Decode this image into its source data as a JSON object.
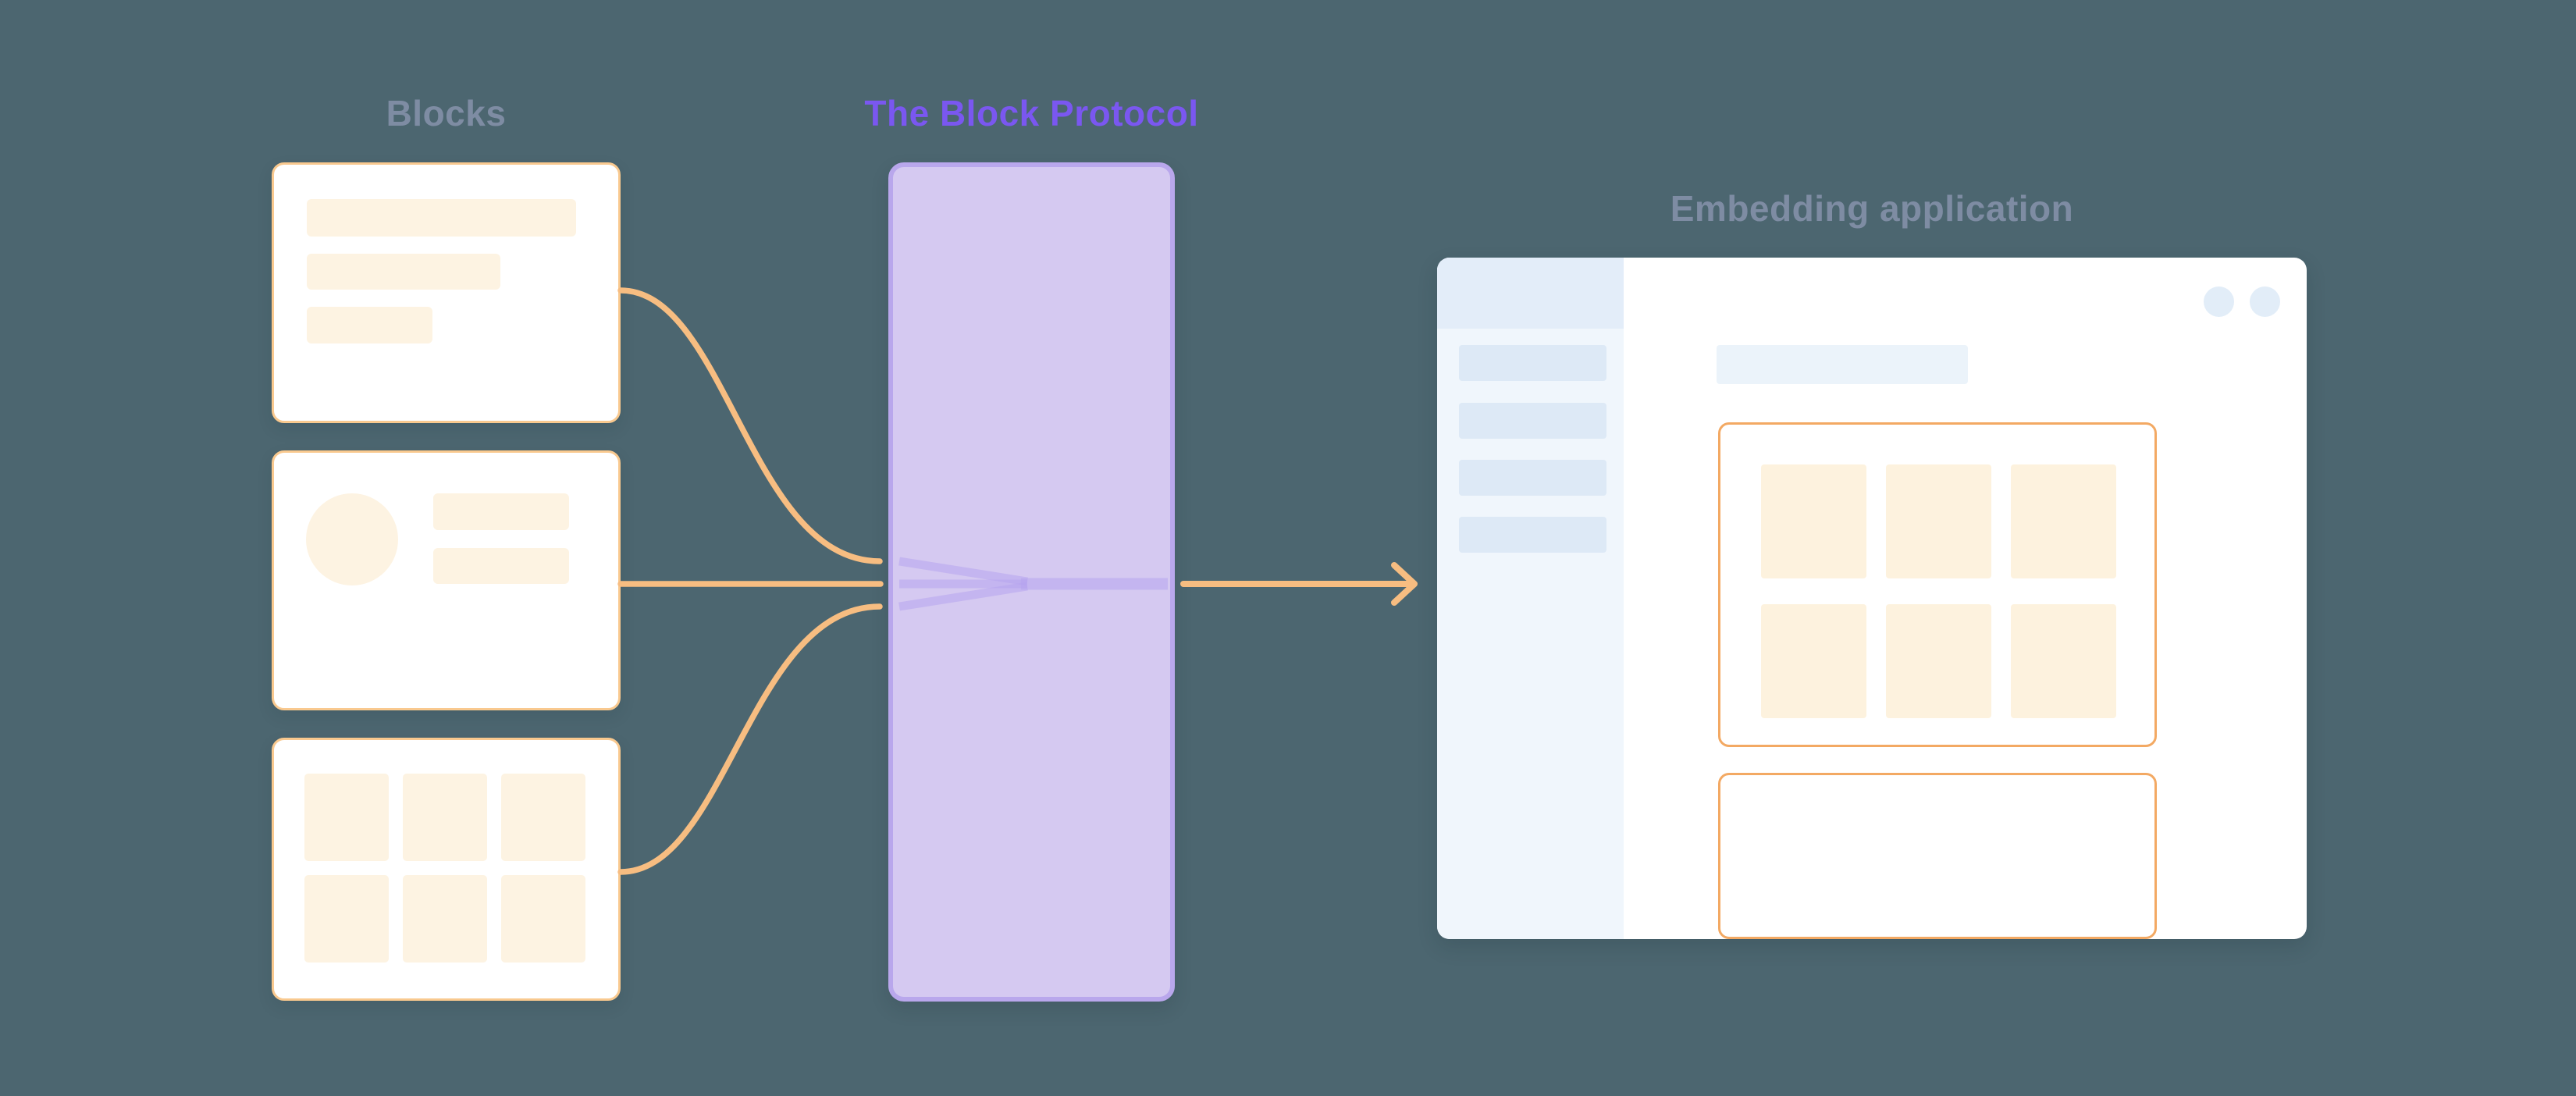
{
  "titles": {
    "blocks": "Blocks",
    "protocol": "The Block Protocol",
    "embedding": "Embedding application"
  },
  "colors": {
    "background": "#4C6670",
    "accent_orange": "#F7BD81",
    "card_border": "#F9C98F",
    "panel_border": "#F3A963",
    "cream_fill": "#FDF3E2",
    "cream_fill2": "#FDF2DE",
    "purple_fill": "#D5C9F1",
    "purple_border": "#B9A7EC",
    "purple_beam": "#B7A4EE",
    "title_gray": "#7E8CA3",
    "title_purple": "#7A57F0",
    "sidebar_bg": "#F0F6FC",
    "sidebar_header_bg": "#E3EDF9",
    "sidebar_item_bg": "#DDE9F6",
    "search_bg": "#EBF3FA",
    "dot_color": "#E2EDF8"
  },
  "blocks": [
    {
      "name": "text-block",
      "skeleton": "three-text-lines"
    },
    {
      "name": "media-block",
      "skeleton": "avatar-with-two-text-lines"
    },
    {
      "name": "grid-block",
      "skeleton": "2x3-image-grid"
    }
  ],
  "embedding_window": {
    "sidebar_item_count": 4,
    "window_dot_count": 2,
    "panels": [
      {
        "name": "embedded-grid-block",
        "skeleton": "2x3-image-grid"
      },
      {
        "name": "embedded-empty-block",
        "skeleton": "empty"
      }
    ]
  }
}
